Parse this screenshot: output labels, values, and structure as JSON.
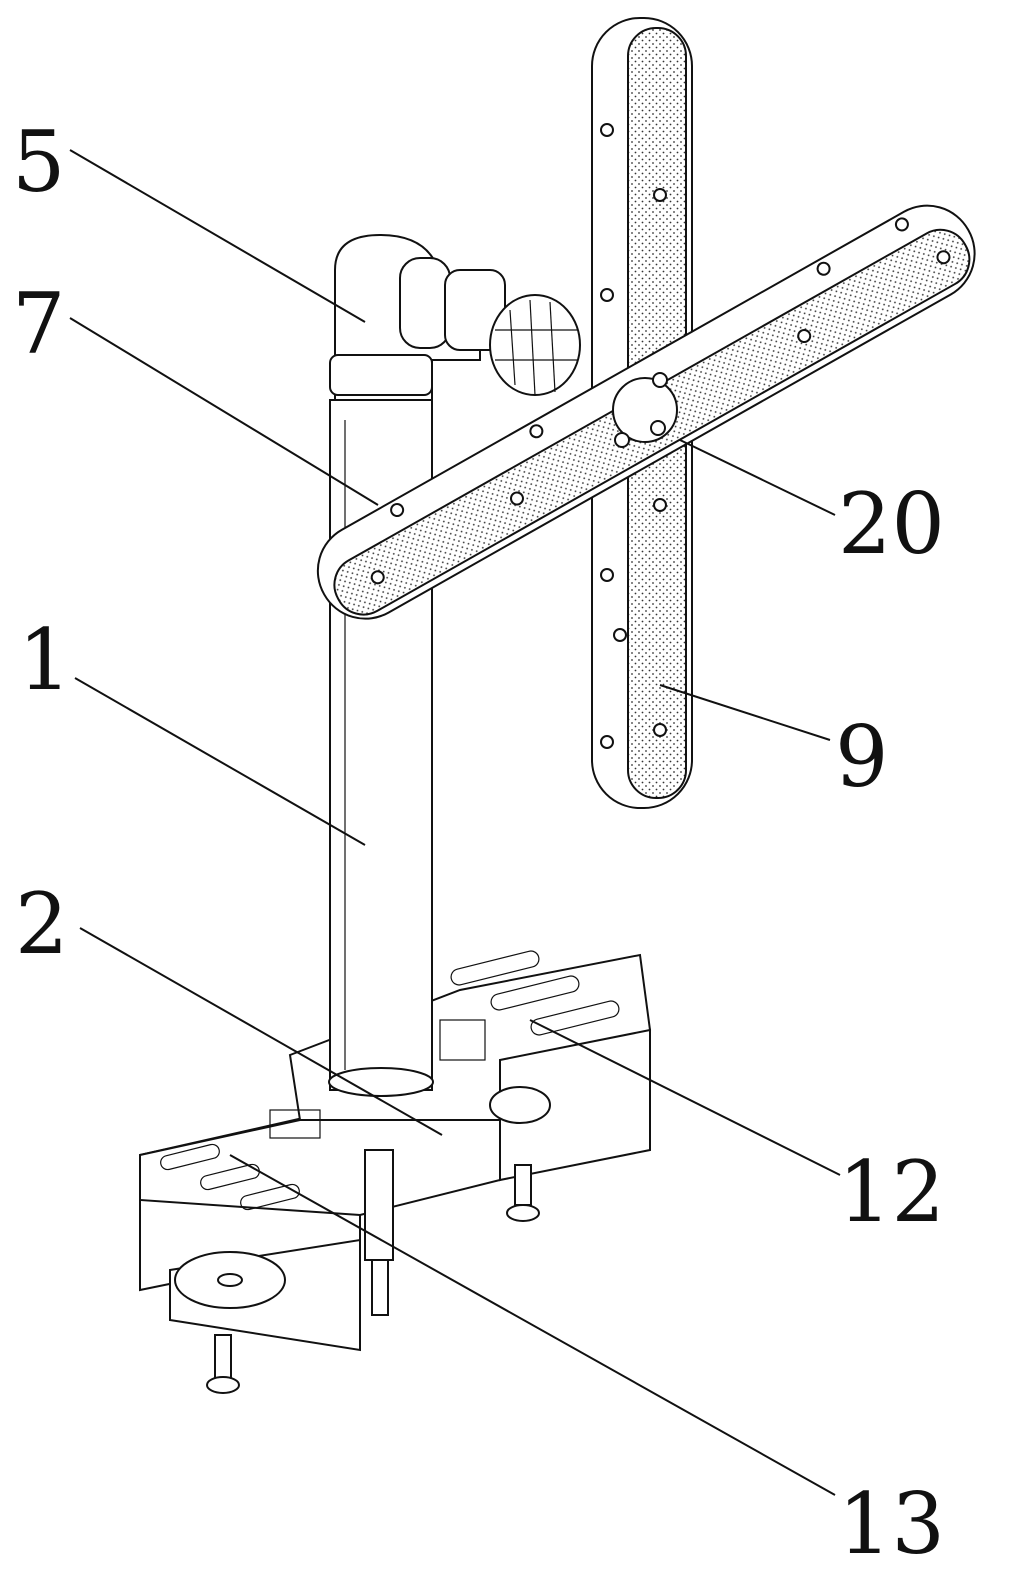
{
  "figure": {
    "labels": [
      {
        "id": "label-5",
        "text": "5"
      },
      {
        "id": "label-7",
        "text": "7"
      },
      {
        "id": "label-1",
        "text": "1"
      },
      {
        "id": "label-2",
        "text": "2"
      },
      {
        "id": "label-20",
        "text": "20"
      },
      {
        "id": "label-9",
        "text": "9"
      },
      {
        "id": "label-12",
        "text": "12"
      },
      {
        "id": "label-13",
        "text": "13"
      }
    ],
    "colors": {
      "line": "#111111",
      "background": "#ffffff"
    }
  }
}
